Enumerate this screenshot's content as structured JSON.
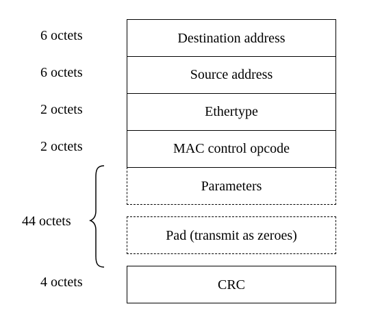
{
  "rows": [
    {
      "size": "6 octets",
      "field": "Destination address",
      "style": "solid"
    },
    {
      "size": "6 octets",
      "field": "Source address",
      "style": "solid"
    },
    {
      "size": "2 octets",
      "field": "Ethertype",
      "style": "solid"
    },
    {
      "size": "2 octets",
      "field": "MAC control opcode",
      "style": "solid"
    },
    {
      "field": "Parameters",
      "style": "dashed"
    },
    {
      "field": "Pad (transmit as zeroes)",
      "style": "dashed"
    },
    {
      "size": "4 octets",
      "field": "CRC",
      "style": "solid"
    }
  ],
  "group_label": "44 octets"
}
